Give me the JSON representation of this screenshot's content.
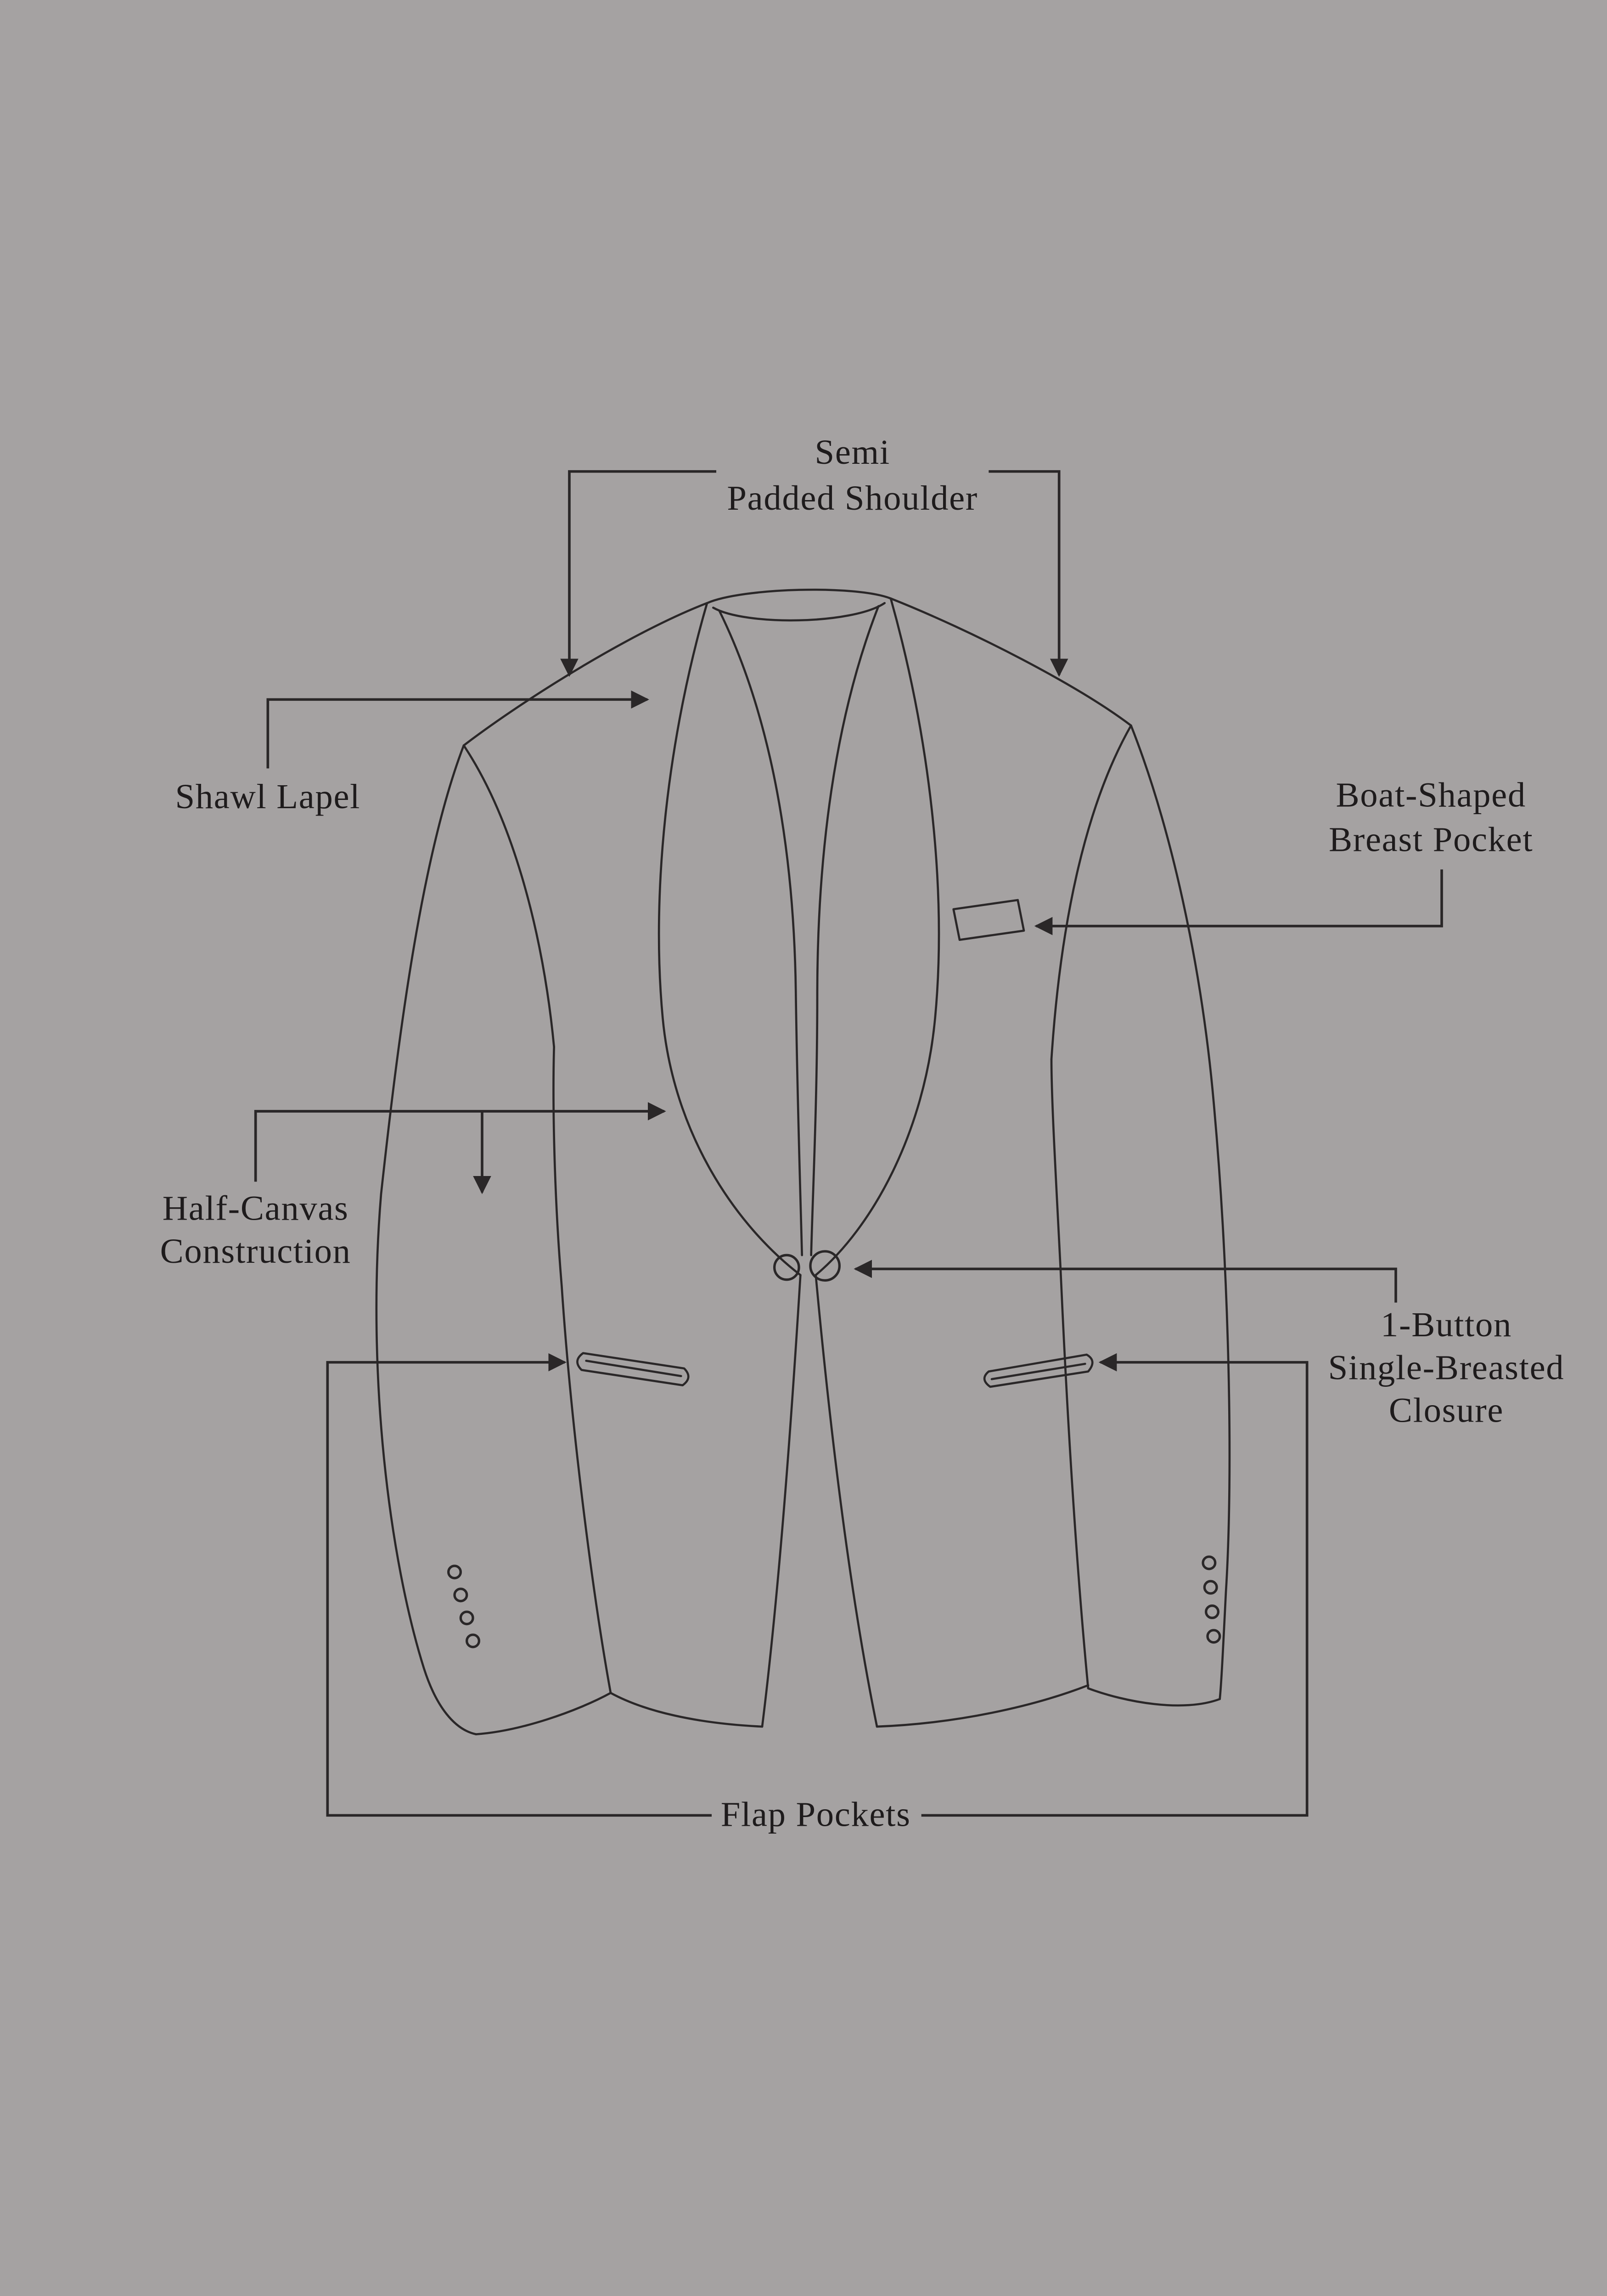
{
  "colors": {
    "background": "#a5a2a2",
    "line": "#2a2728",
    "text": "#1e1b1c"
  },
  "labels": {
    "padded_shoulder": {
      "line1": "Semi",
      "line2": "Padded Shoulder"
    },
    "shawl_lapel": {
      "line1": "Shawl Lapel"
    },
    "breast_pocket": {
      "line1": "Boat-Shaped",
      "line2": "Breast Pocket"
    },
    "half_canvas": {
      "line1": "Half-Canvas",
      "line2": "Construction"
    },
    "closure": {
      "line1": "1-Button",
      "line2": "Single-Breasted",
      "line3": "Closure"
    },
    "flap_pockets": {
      "line1": "Flap Pockets"
    }
  }
}
